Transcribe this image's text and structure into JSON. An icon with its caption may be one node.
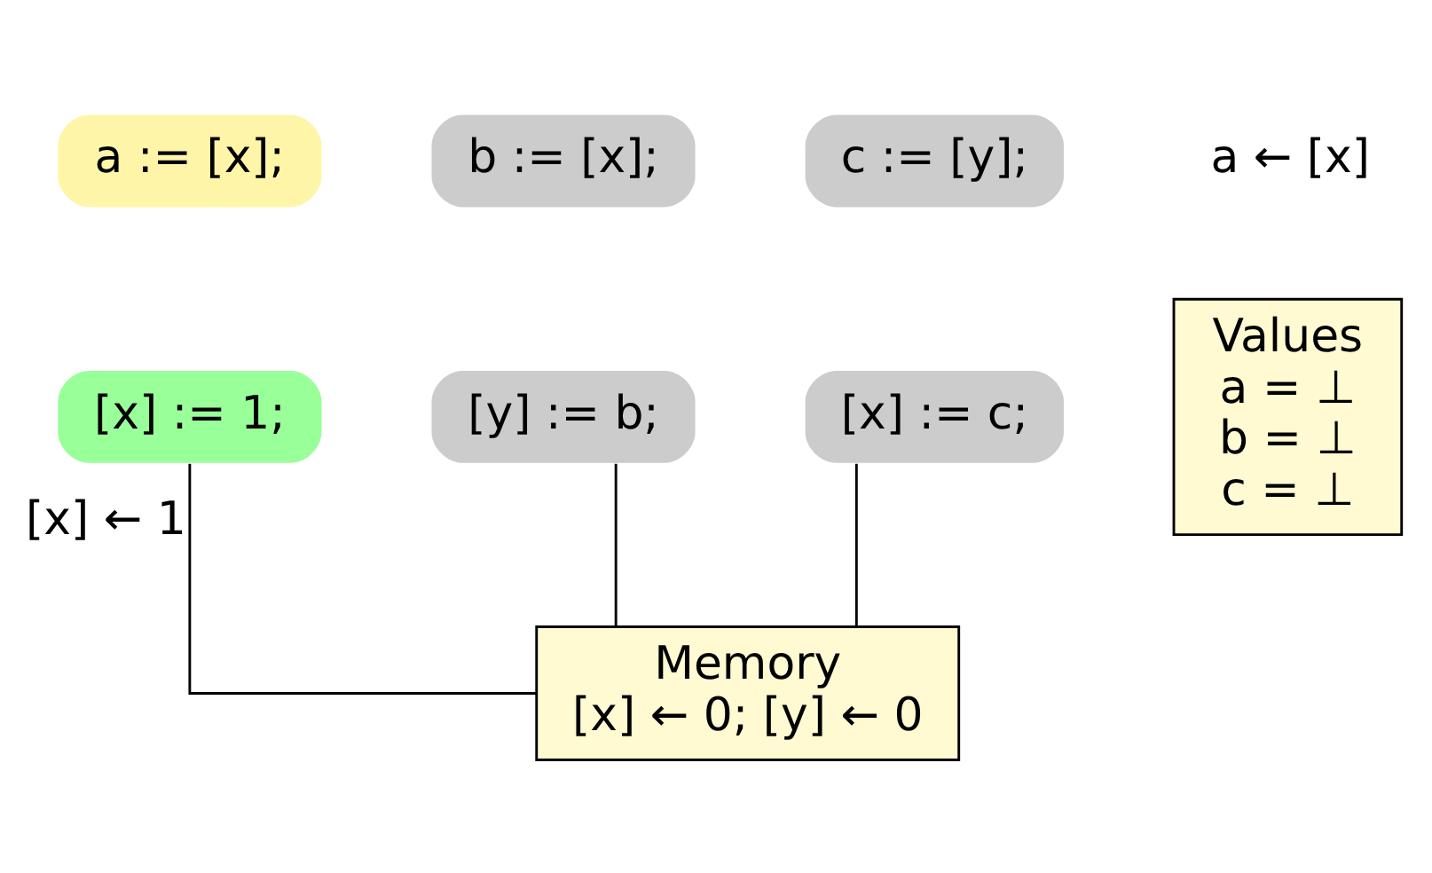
{
  "diagram": {
    "nodes": [
      {
        "text": [
          "a := [x];"
        ]
      },
      {
        "text": [
          "[x] := 1;"
        ]
      },
      {
        "text": [
          "b := [x];"
        ]
      },
      {
        "text": [
          "[y] := b;"
        ]
      },
      {
        "text": [
          "c := [y];"
        ]
      },
      {
        "text": [
          "[x] := c;"
        ]
      },
      {
        "text": [
          "Values",
          "a = ⊥",
          "b = ⊥",
          "c = ⊥"
        ]
      },
      {
        "text": [
          "Memory",
          "[x] ← 0; [y] ← 0"
        ]
      }
    ],
    "edges": [
      {
        "from": 1,
        "to": 7,
        "arrow": "none",
        "label": "[x] ← 1"
      },
      {
        "from": 3,
        "to": 7,
        "arrow": "none"
      },
      {
        "from": 5,
        "to": 7,
        "arrow": "none"
      }
    ],
    "labels": [
      "a ← [x]"
    ]
  }
}
